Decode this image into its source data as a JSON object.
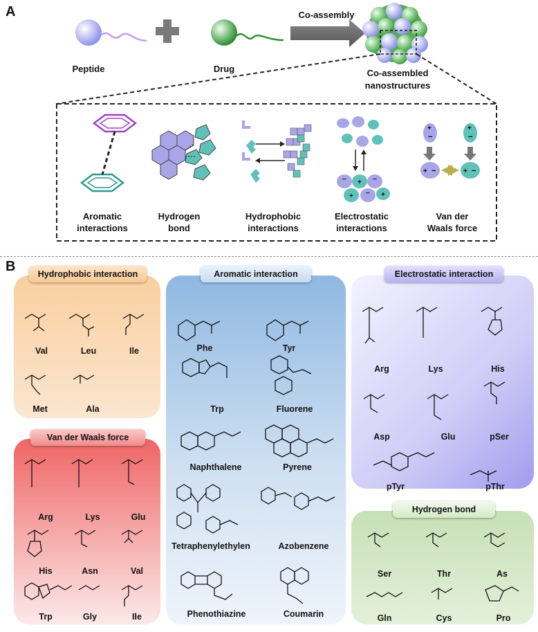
{
  "panel_a": {
    "letter": "A",
    "peptide_label": "Peptide",
    "drug_label": "Drug",
    "arrow_label": "Co-assembly",
    "nanostructure_label_1": "Co-assembled",
    "nanostructure_label_2": "nanostructures",
    "interactions": [
      {
        "line1": "Aromatic",
        "line2": "interactions"
      },
      {
        "line1": "Hydrogen",
        "line2": "bond"
      },
      {
        "line1": "Hydrophobic",
        "line2": "interactions"
      },
      {
        "line1": "Electrostatic",
        "line2": "interactions"
      },
      {
        "line1": "Van der",
        "line2": "Waals force"
      }
    ]
  },
  "panel_b": {
    "letter": "B",
    "hydrophobic": {
      "title": "Hydrophobic interaction",
      "items": [
        "Val",
        "Leu",
        "Ile",
        "Met",
        "Ala"
      ]
    },
    "vdw": {
      "title": "Van der Waals force",
      "items": [
        "Arg",
        "Lys",
        "Glu",
        "His",
        "Asn",
        "Val",
        "Trp",
        "Gly",
        "Ile"
      ]
    },
    "aromatic": {
      "title": "Aromatic interaction",
      "items": [
        "Phe",
        "Tyr",
        "Trp",
        "Fluorene",
        "Naphthalene",
        "Pyrene",
        "Tetraphenylethylen",
        "Azobenzene",
        "Phenothiazine",
        "Coumarin"
      ]
    },
    "electrostatic": {
      "title": "Electrostatic interaction",
      "items": [
        "Arg",
        "Lys",
        "His",
        "Asp",
        "Glu",
        "pSer",
        "pTyr",
        "pThr"
      ]
    },
    "hbond": {
      "title": "Hydrogen bond",
      "items": [
        "Ser",
        "Thr",
        "As",
        "Gln",
        "Cys",
        "Pro"
      ]
    }
  },
  "colors": {
    "peptide": "#b9bff5",
    "drug": "#49a84a",
    "teal": "#5fc1b8",
    "lavender": "#a9a5e6",
    "hydrophobic_box": "#f6c48f",
    "vdw_box": "#ef6c6c",
    "aromatic_box": "#9ec1e4",
    "electrostatic_box": "#a9a3ef",
    "hbond_box": "#cde3bf"
  }
}
